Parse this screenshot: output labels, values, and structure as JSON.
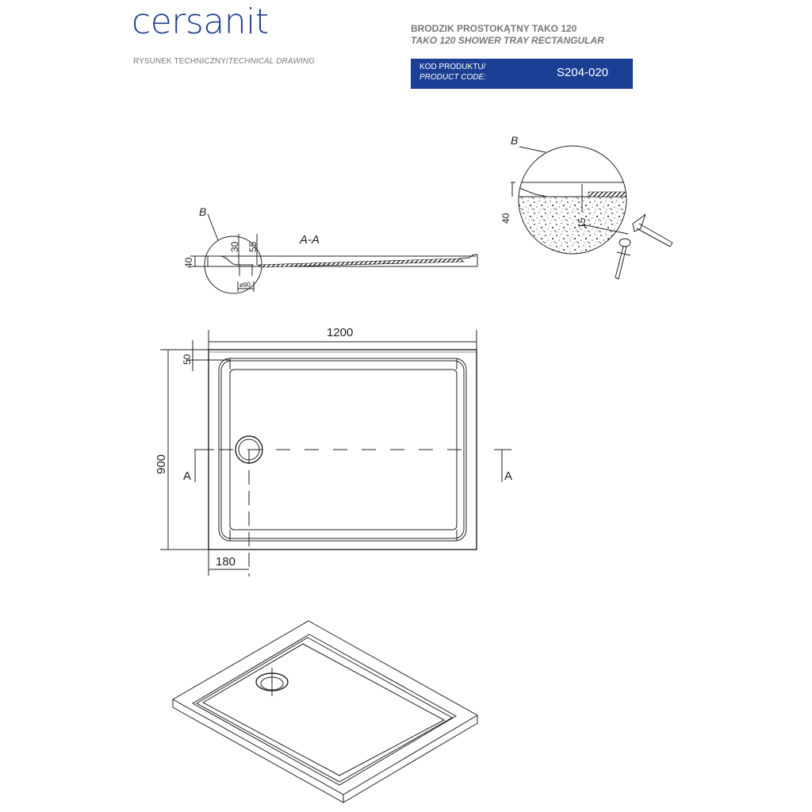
{
  "header": {
    "brand": "cersanit",
    "drawing_type": "RYSUNEK TECHNICZNY/",
    "drawing_type_en": "TECHNICAL DRAWING",
    "title_pl": "BRODZIK PROSTOKĄTNY TAKO 120",
    "title_en": "TAKO 120 SHOWER TRAY RECTANGULAR",
    "code_label_pl": "KOD PRODUKTU/",
    "code_label_en": "PRODUCT CODE:",
    "product_code": "S204-020"
  },
  "colors": {
    "brand": "#1f3f8f",
    "code_box": "#1c3f96",
    "line": "#222222"
  },
  "section_view": {
    "label": "A-A",
    "detail_ref": "B",
    "dim_height": "40",
    "dim_drain_depth_1": "30",
    "dim_drain_depth_2": "55",
    "dim_drain_diameter": "ø90"
  },
  "detail_view": {
    "label": "B",
    "dim_height": "40",
    "dim_anchor": "15"
  },
  "plan_view": {
    "width": "1200",
    "height": "900",
    "rim": "50",
    "drain_offset": "180",
    "section_mark_left": "A",
    "section_mark_right": "A"
  }
}
